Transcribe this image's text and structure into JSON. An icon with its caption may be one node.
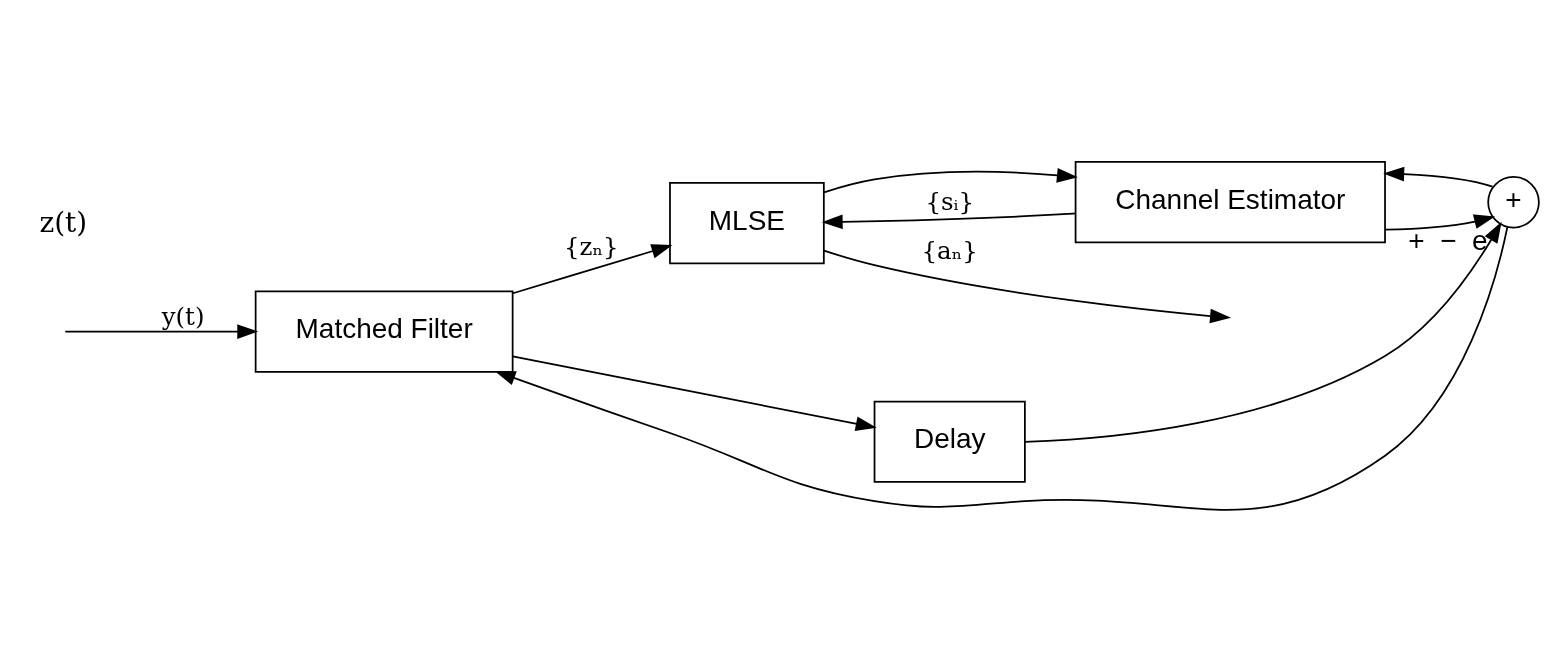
{
  "diagram": {
    "nodes": [
      {
        "text": [
          "Matched Filter"
        ]
      },
      {
        "text": [
          "MLSE"
        ]
      },
      {
        "text": [
          "Delay"
        ]
      },
      {
        "text": [
          "Channel Estimator"
        ]
      },
      {
        "text": [
          "+"
        ],
        "beside": [
          "+",
          "−",
          "e"
        ]
      }
    ],
    "edges": [
      {
        "from": null,
        "to": 0,
        "arrow": "to",
        "label": "y(t)"
      },
      {
        "from": 0,
        "to": 1,
        "arrow": "to",
        "label": "{zₙ}"
      },
      {
        "from": 1,
        "to": null,
        "arrow": "to",
        "label": "{aₙ}"
      },
      {
        "from": 0,
        "to": 2,
        "arrow": "to"
      },
      {
        "from": 1,
        "to": 3,
        "arrow": "to"
      },
      {
        "from": 3,
        "to": 1,
        "arrow": "to",
        "label": "{sᵢ}"
      },
      {
        "from": 2,
        "to": 4,
        "arrow": "to"
      },
      {
        "from": 3,
        "to": 4,
        "arrow": "to"
      },
      {
        "from": 4,
        "to": 0,
        "arrow": "to"
      },
      {
        "from": 4,
        "to": 3,
        "arrow": "to"
      }
    ],
    "labels": [
      "z(t)"
    ]
  }
}
